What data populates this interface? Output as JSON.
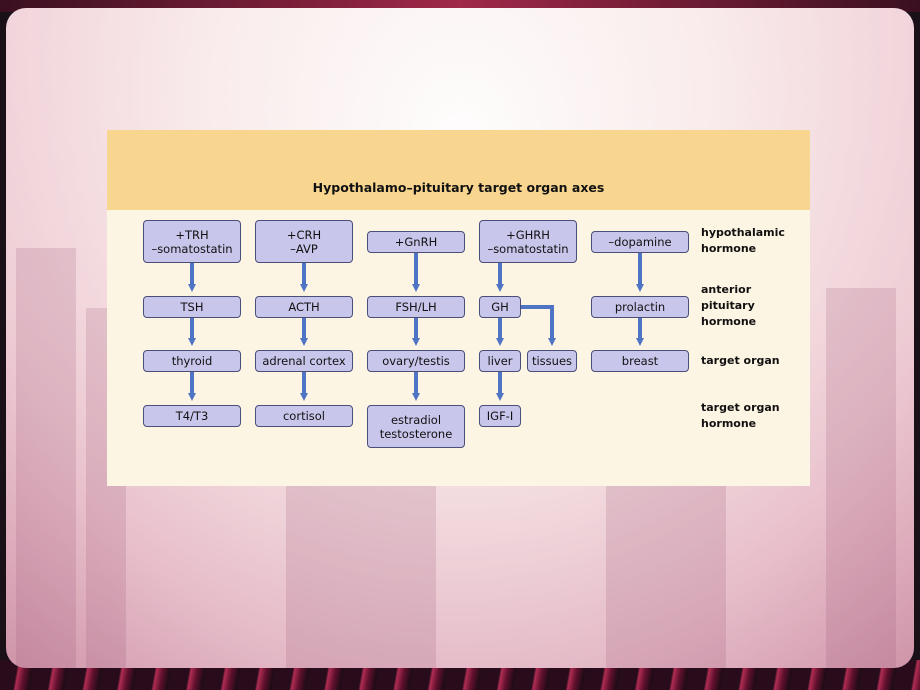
{
  "title": "Hypothalamo–pituitary target organ axes",
  "row_labels": {
    "hypothalamic": [
      "hypothalamic",
      "hormone"
    ],
    "anterior": [
      "anterior",
      "pituitary",
      "hormone"
    ],
    "target_organ": "target organ",
    "target_hormone": [
      "target organ",
      "hormone"
    ]
  },
  "axes": [
    {
      "hypothalamic": [
        "+TRH",
        "–somatostatin"
      ],
      "pituitary": "TSH",
      "organ": "thyroid",
      "hormone": [
        "T4/T3"
      ]
    },
    {
      "hypothalamic": [
        "+CRH",
        "–AVP"
      ],
      "pituitary": "ACTH",
      "organ": "adrenal cortex",
      "hormone": [
        "cortisol"
      ]
    },
    {
      "hypothalamic": [
        "+GnRH"
      ],
      "pituitary": "FSH/LH",
      "organ": "ovary/testis",
      "hormone": [
        "estradiol",
        "testosterone"
      ]
    },
    {
      "hypothalamic": [
        "+GHRH",
        "–somatostatin"
      ],
      "pituitary": "GH",
      "organ": "liver",
      "organ2": "tissues",
      "hormone": [
        "IGF-I"
      ]
    },
    {
      "hypothalamic": [
        "–dopamine"
      ],
      "pituitary": "prolactin",
      "organ": "breast"
    }
  ],
  "colors": {
    "box_fill": "#c9c6ec",
    "box_border": "#4a4f7a",
    "arrow": "#4f74c4",
    "header": "#f8d690",
    "panel": "#fdf5e4"
  }
}
